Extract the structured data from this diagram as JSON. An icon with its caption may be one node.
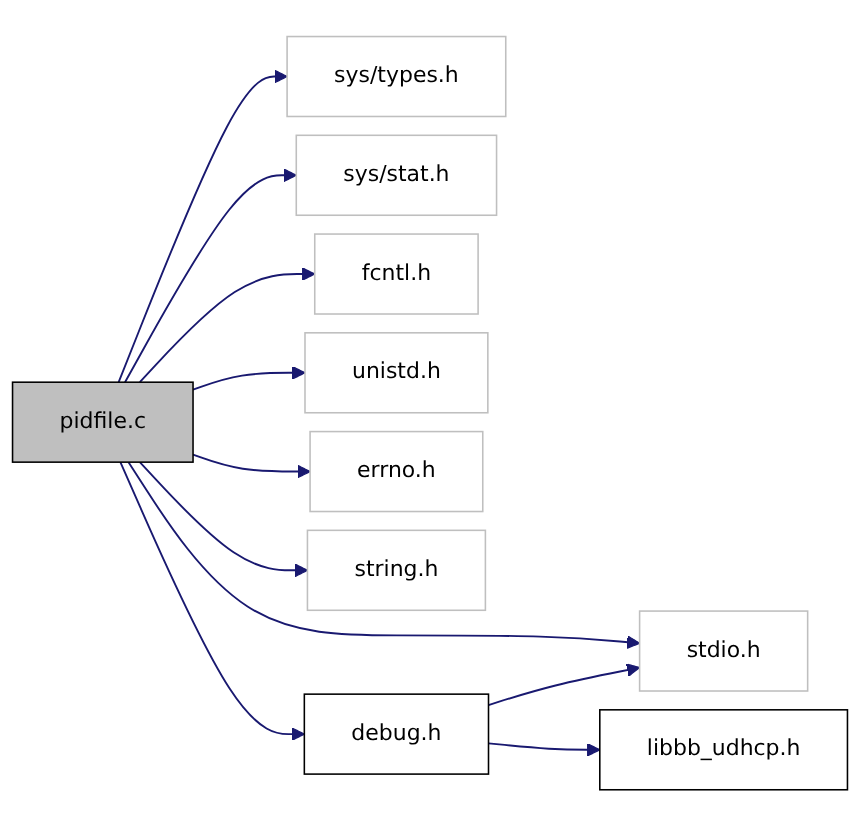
{
  "diagram": {
    "nodes": [
      {
        "text": [
          "pidfile.c"
        ]
      },
      {
        "text": [
          "sys/types.h"
        ]
      },
      {
        "text": [
          "sys/stat.h"
        ]
      },
      {
        "text": [
          "fcntl.h"
        ]
      },
      {
        "text": [
          "unistd.h"
        ]
      },
      {
        "text": [
          "errno.h"
        ]
      },
      {
        "text": [
          "string.h"
        ]
      },
      {
        "text": [
          "stdio.h"
        ]
      },
      {
        "text": [
          "debug.h"
        ]
      },
      {
        "text": [
          "libbb_udhcp.h"
        ]
      }
    ],
    "edges": [
      {
        "from": 0,
        "to": 1,
        "arrow": "to"
      },
      {
        "from": 0,
        "to": 2,
        "arrow": "to"
      },
      {
        "from": 0,
        "to": 3,
        "arrow": "to"
      },
      {
        "from": 0,
        "to": 4,
        "arrow": "to"
      },
      {
        "from": 0,
        "to": 5,
        "arrow": "to"
      },
      {
        "from": 0,
        "to": 6,
        "arrow": "to"
      },
      {
        "from": 0,
        "to": 7,
        "arrow": "to"
      },
      {
        "from": 0,
        "to": 8,
        "arrow": "to"
      },
      {
        "from": 8,
        "to": 7,
        "arrow": "to"
      },
      {
        "from": 8,
        "to": 9,
        "arrow": "to"
      }
    ]
  }
}
